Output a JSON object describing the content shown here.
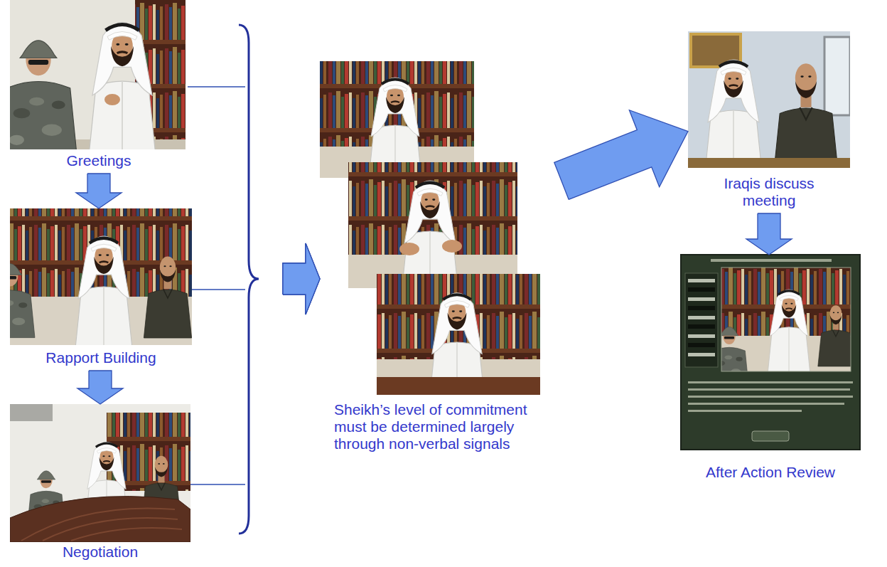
{
  "diagram": {
    "nodes": [
      {
        "text": [
          "Greetings"
        ]
      },
      {
        "text": [
          "Rapport Building"
        ]
      },
      {
        "text": [
          "Negotiation"
        ]
      },
      {
        "text": [
          "Sheikh’s level of commitment must be determined largely through non-verbal signals"
        ]
      },
      {
        "text": [
          "Iraqis discuss meeting"
        ]
      },
      {
        "text": [
          "After Action Review"
        ]
      }
    ],
    "edges": [
      {
        "from": 0,
        "to": 1,
        "arrow": "to"
      },
      {
        "from": 1,
        "to": 2,
        "arrow": "to"
      },
      {
        "from": 0,
        "to": 3,
        "arrow": "to"
      },
      {
        "from": 1,
        "to": 3,
        "arrow": "to"
      },
      {
        "from": 2,
        "to": 3,
        "arrow": "to"
      },
      {
        "from": 3,
        "to": 4,
        "arrow": "to"
      },
      {
        "from": 4,
        "to": 5,
        "arrow": "to"
      }
    ]
  }
}
